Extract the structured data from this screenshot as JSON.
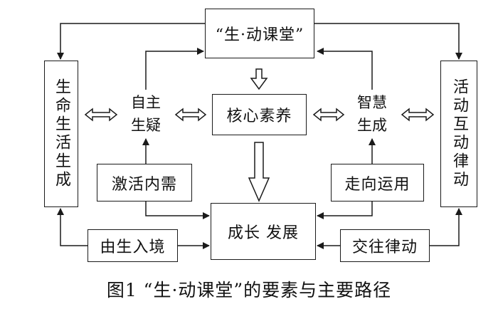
{
  "diagram": {
    "top_box": "“生·动课堂”",
    "core_box": "核心素养",
    "left_column": "生命生活生成",
    "right_column": "活动互动律动",
    "left_node": [
      "自主",
      "生疑"
    ],
    "right_node": [
      "智慧",
      "生成"
    ],
    "activate_box": "激活内需",
    "apply_box": "走向运用",
    "growth_box": "成长 发展",
    "from_life_box": "由生入境",
    "interaction_box": "交往律动"
  },
  "caption": "图1  “生·动课堂”的要素与主要路径"
}
